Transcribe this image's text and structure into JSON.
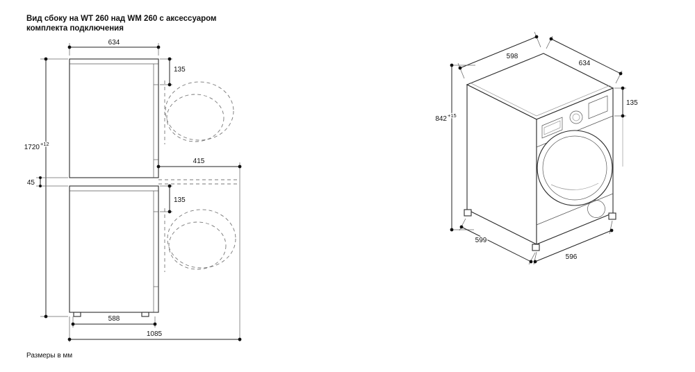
{
  "page": {
    "title_line1": "Вид сбоку на WT 260 над WM 260 с аксессуаром",
    "title_line2": "комплекта подключения",
    "footer": "Размеры в мм"
  },
  "side_view": {
    "dim_top_width": "634",
    "dim_top_offset": "135",
    "dim_total_height": "1720",
    "dim_total_height_sup": "+12",
    "dim_mid_clearance": "415",
    "dim_gap": "45",
    "dim_bottom_offset": "135",
    "dim_bottom_width": "588",
    "dim_total_depth": "1085"
  },
  "iso_view": {
    "dim_depth_top": "598",
    "dim_depth_door": "634",
    "dim_height": "842",
    "dim_height_sup": "+15",
    "dim_panel": "135",
    "dim_side_depth": "599",
    "dim_front_width": "596"
  }
}
